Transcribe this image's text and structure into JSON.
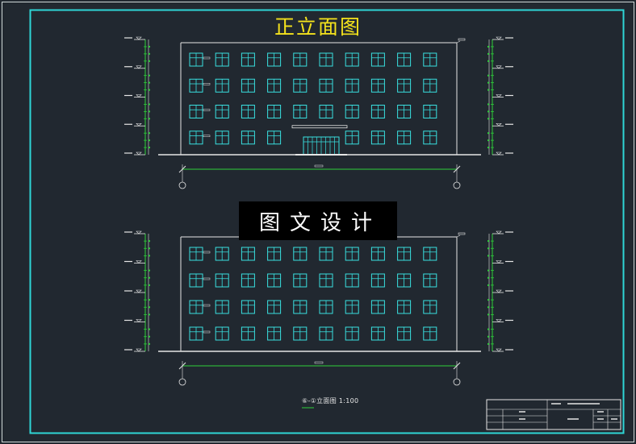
{
  "drawing": {
    "title": "正立面图",
    "watermark": "图文设计",
    "caption": "⑥-①立面图 1:100",
    "colors": {
      "background": "#212830",
      "frame": "#2fd6d6",
      "lines": "#e6e6e6",
      "windows": "#39e0e0",
      "dimensions": "#2ecf3a",
      "title_text": "#f4e21c"
    },
    "elevations": [
      {
        "id": "front-elevation",
        "floors": 4,
        "bays": 10,
        "entrance": true
      },
      {
        "id": "rear-elevation",
        "floors": 4,
        "bays": 10,
        "entrance": false
      }
    ],
    "axis_marks": [
      "①",
      "⑥"
    ]
  }
}
